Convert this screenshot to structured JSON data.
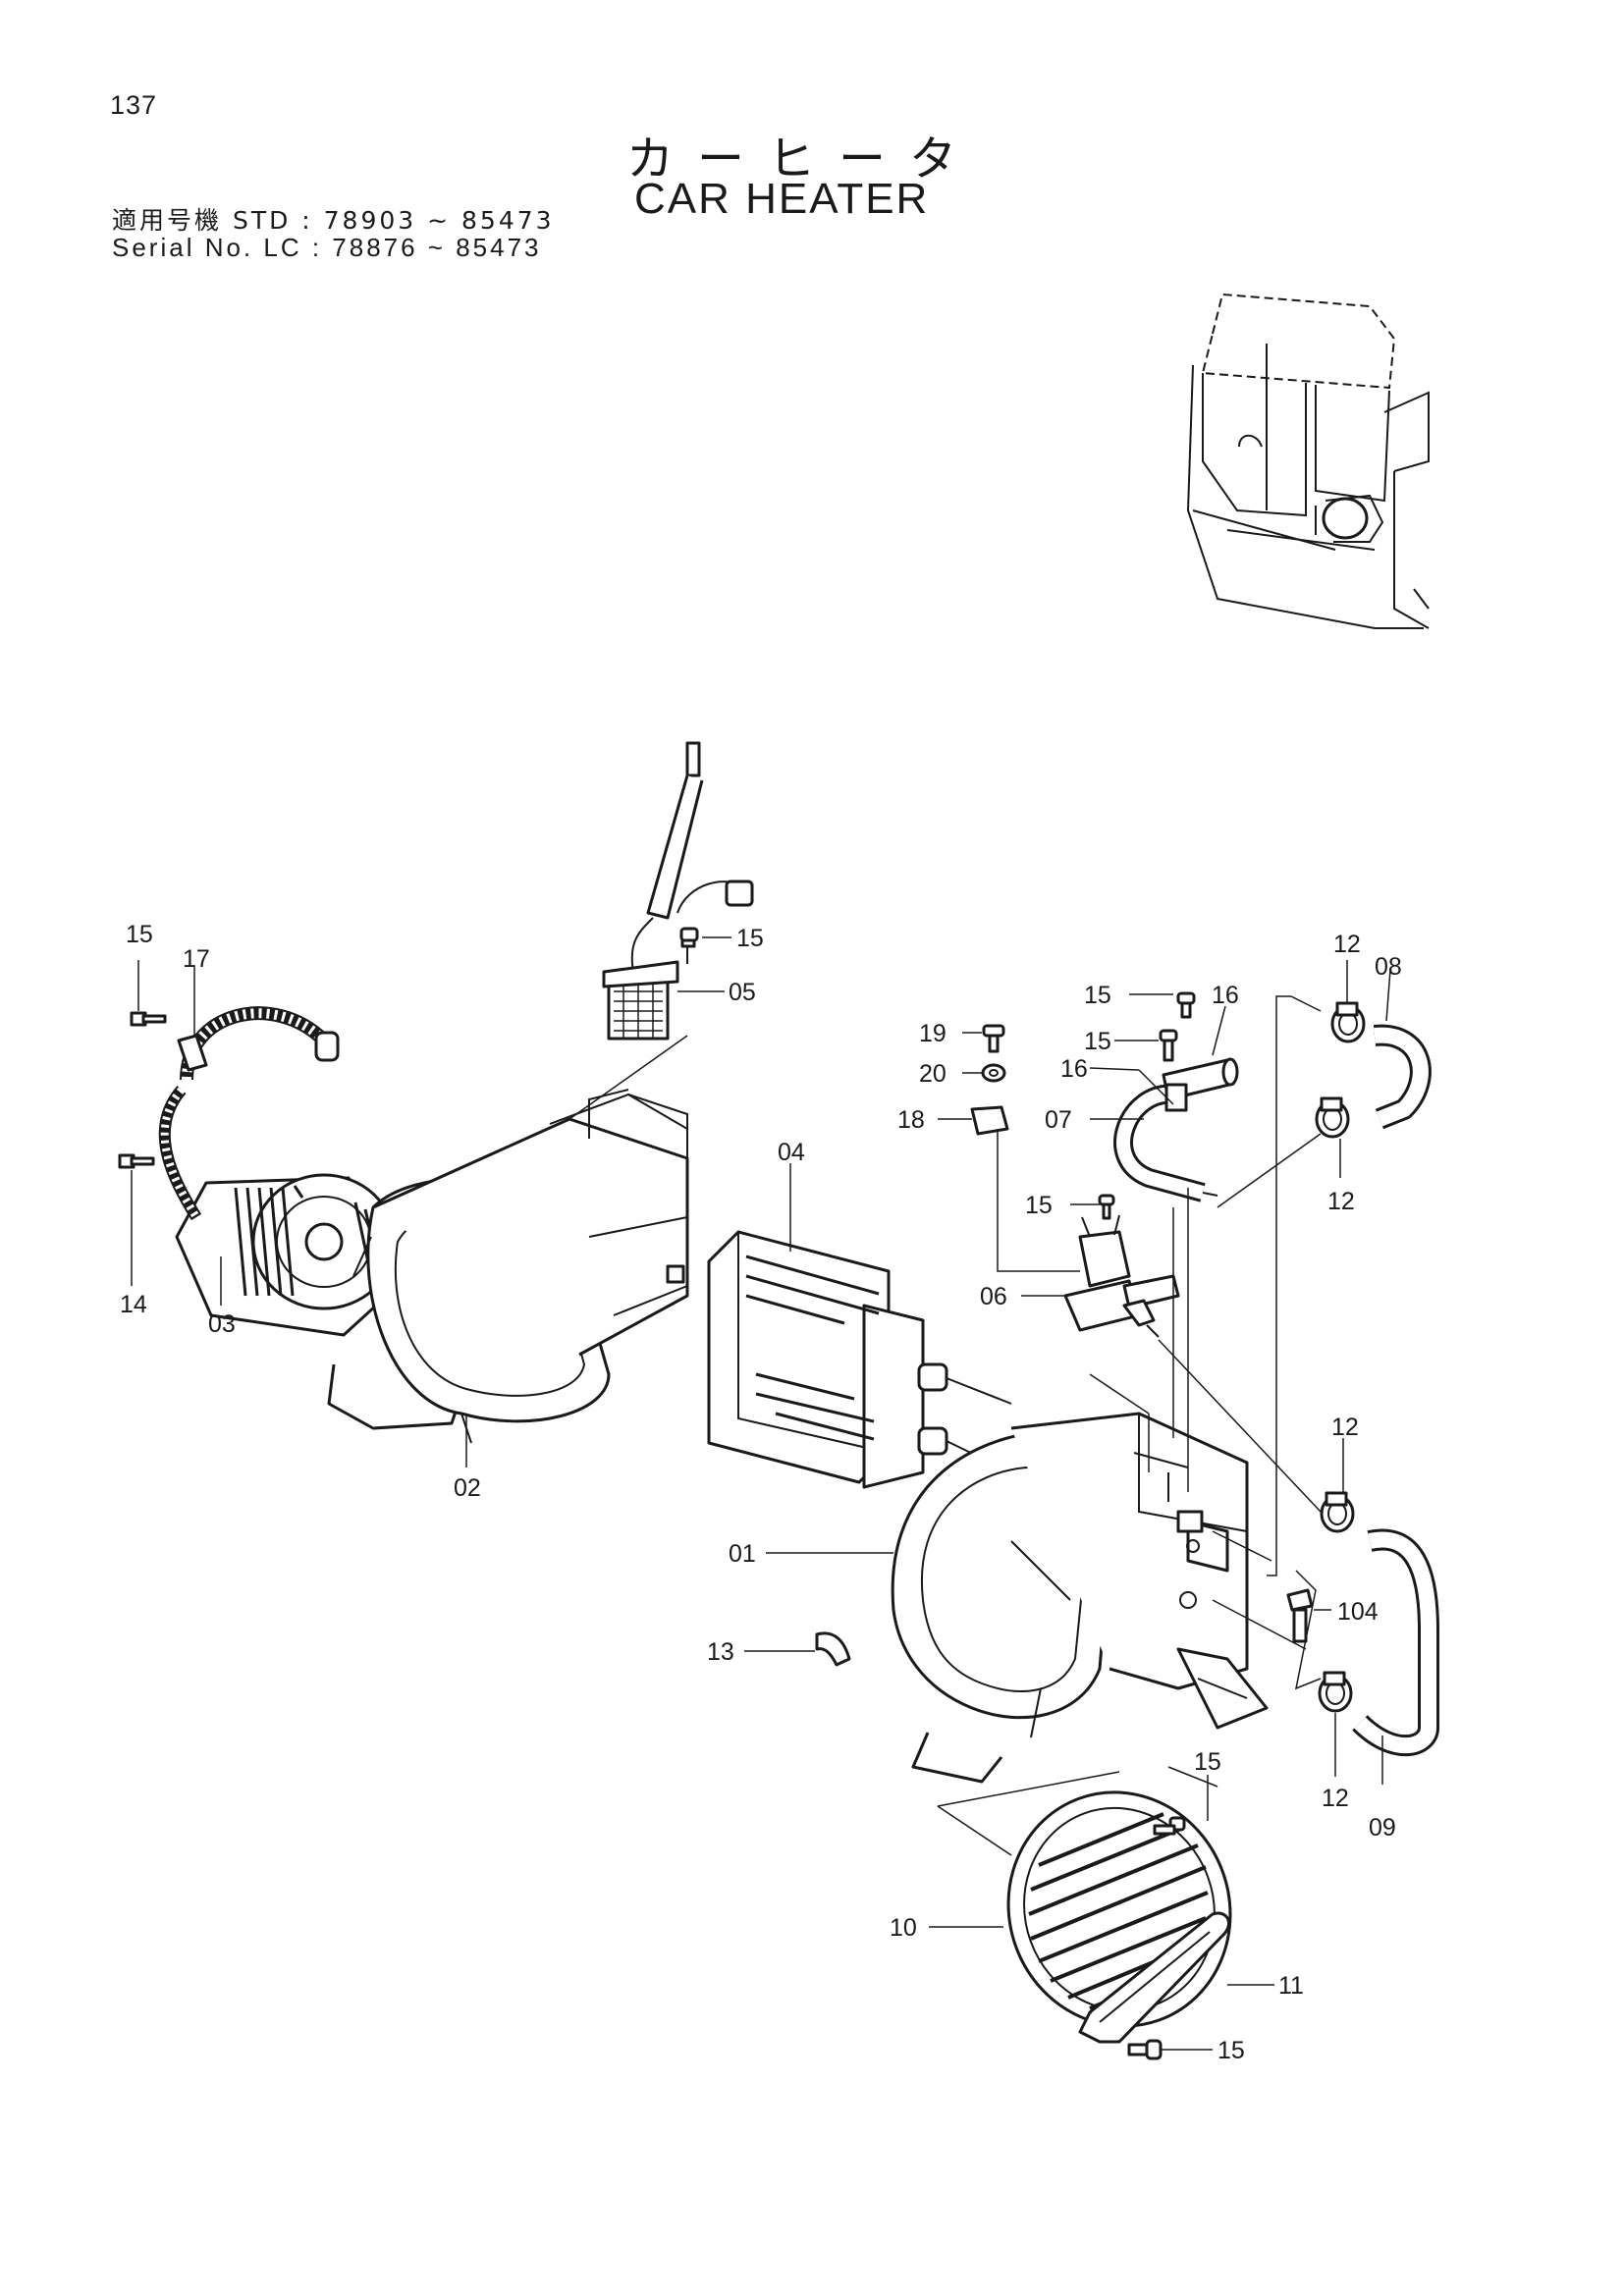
{
  "header": {
    "page_number": "137",
    "title_jp": "カーヒータ",
    "title_en": "CAR HEATER",
    "serial_line_1": "適用号機  STD : 78903 ~ 85473",
    "serial_line_2": "Serial No.  LC   : 78876 ~ 85473"
  },
  "callouts": [
    {
      "label": "15"
    },
    {
      "label": "17"
    },
    {
      "label": "14"
    },
    {
      "label": "03"
    },
    {
      "label": "15"
    },
    {
      "label": "05"
    },
    {
      "label": "02"
    },
    {
      "label": "04"
    },
    {
      "label": "15"
    },
    {
      "label": "16"
    },
    {
      "label": "19"
    },
    {
      "label": "15"
    },
    {
      "label": "20"
    },
    {
      "label": "16"
    },
    {
      "label": "18"
    },
    {
      "label": "07"
    },
    {
      "label": "15"
    },
    {
      "label": "06"
    },
    {
      "label": "12"
    },
    {
      "label": "08"
    },
    {
      "label": "12"
    },
    {
      "label": "12"
    },
    {
      "label": "01"
    },
    {
      "label": "104"
    },
    {
      "label": "13"
    },
    {
      "label": "12"
    },
    {
      "label": "09"
    },
    {
      "label": "15"
    },
    {
      "label": "10"
    },
    {
      "label": "11"
    },
    {
      "label": "15"
    }
  ]
}
